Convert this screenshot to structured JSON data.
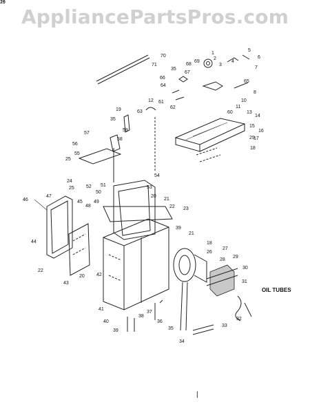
{
  "watermark": "AppliancePartsPros.com",
  "callout": "OIL TUBES",
  "footer_mark": "|",
  "colors": {
    "ink": "#222222",
    "watermark": "#d0d0d0",
    "background": "#ffffff"
  },
  "part_labels": [
    "70",
    "71",
    "1",
    "2",
    "3",
    "4",
    "5",
    "6",
    "7",
    "68",
    "69",
    "35",
    "67",
    "66",
    "64",
    "65",
    "8",
    "10",
    "11",
    "12",
    "61",
    "62",
    "63",
    "60",
    "13",
    "14",
    "15",
    "16",
    "17",
    "18",
    "19",
    "35",
    "59",
    "58",
    "57",
    "56",
    "55",
    "25",
    "54",
    "53",
    "20",
    "21",
    "22",
    "23",
    "24",
    "25",
    "52",
    "51",
    "50",
    "49",
    "48",
    "47",
    "46",
    "45",
    "44",
    "39",
    "21",
    "18",
    "26",
    "27",
    "28",
    "29",
    "30",
    "31",
    "32",
    "33",
    "34",
    "35",
    "36",
    "37",
    "38",
    "39",
    "40",
    "41",
    "42",
    "43",
    "20",
    "22",
    "29",
    "26",
    "19"
  ]
}
